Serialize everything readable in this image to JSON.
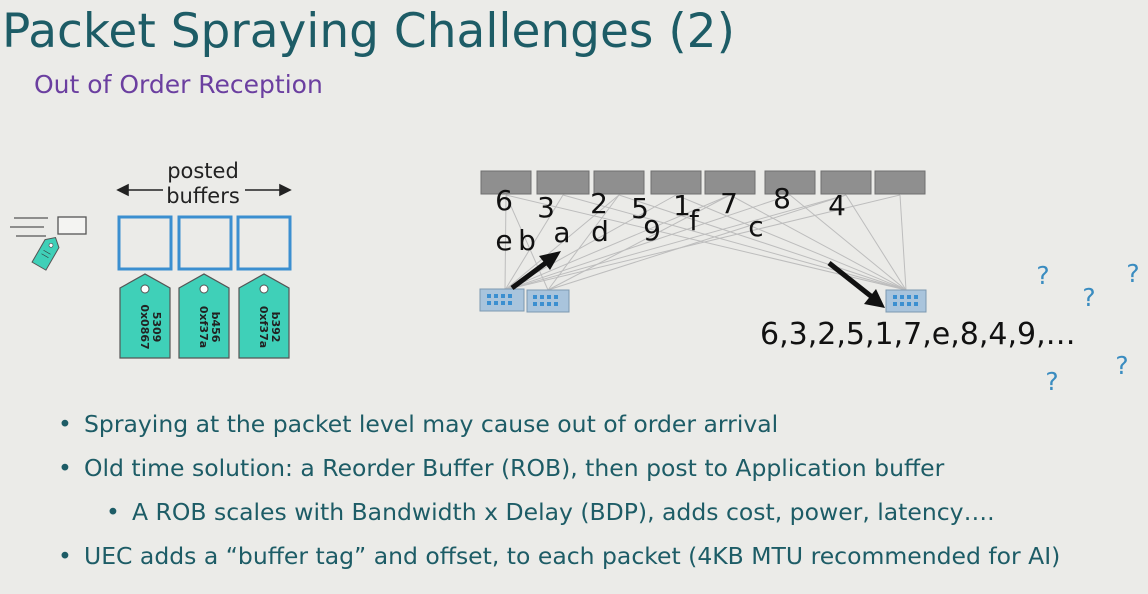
{
  "slide": {
    "title": "Packet Spraying Challenges (2)",
    "subtitle": "Out of Order Reception"
  },
  "left_figure": {
    "label_line1": "posted",
    "label_line2": "buffers",
    "tags": [
      {
        "line1": "0x0867",
        "line2": "5309"
      },
      {
        "line1": "0xf37a",
        "line2": "b456"
      },
      {
        "line1": "0xf37a",
        "line2": "b392"
      }
    ]
  },
  "spray_figure": {
    "top_labels": [
      "6",
      "3",
      "2",
      "5",
      "1",
      "7",
      "8",
      "4"
    ],
    "lower_labels": [
      "e",
      "b",
      "a",
      "d",
      "9",
      "f",
      "c"
    ],
    "received_sequence": "6,3,2,5,1,7,e,8,4,9,…",
    "question_mark": "?"
  },
  "bullets": [
    {
      "text": "Spraying at the packet level may cause out of order arrival",
      "sub": false
    },
    {
      "text": "Old time solution: a Reorder Buffer (ROB), then post to Application buffer",
      "sub": false
    },
    {
      "text": "A ROB scales with Bandwidth  x Delay (BDP), adds cost, power, latency….",
      "sub": true
    },
    {
      "text": "UEC adds a “buffer tag” and offset, to each packet (4KB MTU recommended for AI)",
      "sub": false
    }
  ],
  "colors": {
    "title": "#1d5c66",
    "subtitle": "#6b3fa0",
    "buffer_border": "#3b8fd0",
    "tag_fill": "#3fd0b8",
    "question_mark": "#3a8cc0",
    "switch": "#8f8f8f",
    "endpoint": "#a9c4dc"
  }
}
